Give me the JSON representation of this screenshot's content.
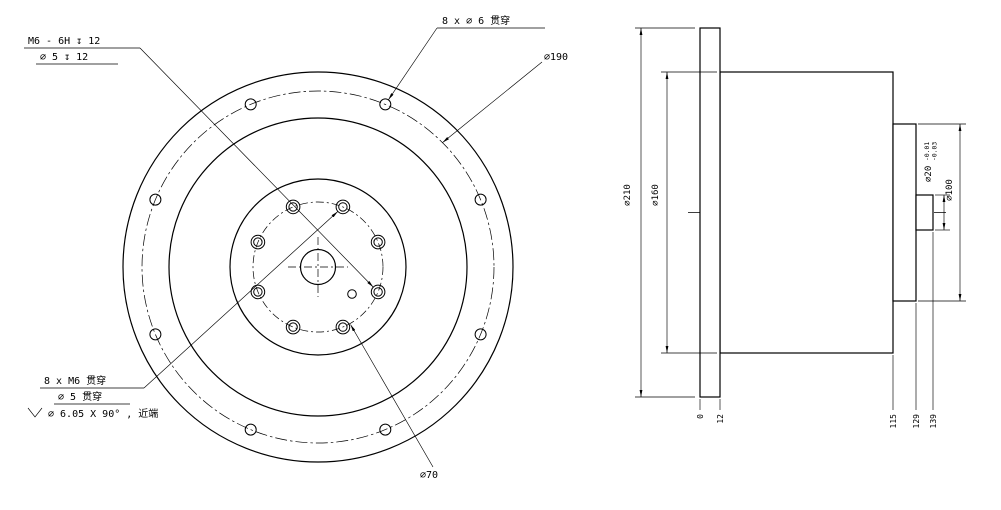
{
  "drawing": {
    "title": "flange-motor-mount-drawing",
    "line_color": "#000000",
    "background": "#ffffff",
    "front_view": {
      "note_tapped_top_line1": "M6 - 6H ↧ 12",
      "note_tapped_top_line2": "⌀ 5 ↧ 12",
      "note_outer_holes": "8 x ⌀ 6 贯穿",
      "label_bolt_circle_190": "⌀190",
      "note_tapped_bottom_line1": "8 x M6 贯穿",
      "note_tapped_bottom_line2": "⌀ 5 贯穿",
      "note_tapped_bottom_line3": "⌀ 6.05 X 90° , 近端",
      "countersink_symbol": "⌵",
      "label_bolt_circle_70": "⌀70"
    },
    "side_view": {
      "label_d210": "⌀210",
      "label_d160": "⌀160",
      "label_d20": "⌀20",
      "label_d20_tol_upper": "-0.01",
      "label_d20_tol_lower": "-0.03",
      "label_d100": "⌀100",
      "ordinate_0": "0",
      "ordinate_12": "12",
      "ordinate_115": "115",
      "ordinate_129": "129",
      "ordinate_139": "139"
    }
  }
}
